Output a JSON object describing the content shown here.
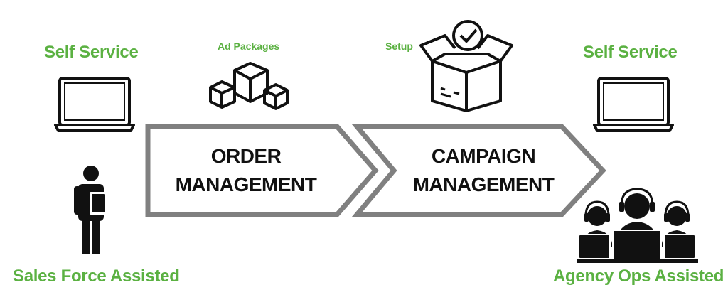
{
  "left": {
    "top_label": "Self Service",
    "bottom_label": "Sales Force Assisted"
  },
  "right": {
    "top_label": "Self Service",
    "bottom_label": "Agency Ops Assisted"
  },
  "icons": {
    "ad_packages_label": "Ad Packages",
    "setup_label": "Setup"
  },
  "stages": [
    {
      "line1": "ORDER",
      "line2": "MANAGEMENT"
    },
    {
      "line1": "CAMPAIGN",
      "line2": "MANAGEMENT"
    }
  ],
  "colors": {
    "accent_green": "#5bb142",
    "arrow_gray": "#808080",
    "icon_black": "#111111"
  }
}
